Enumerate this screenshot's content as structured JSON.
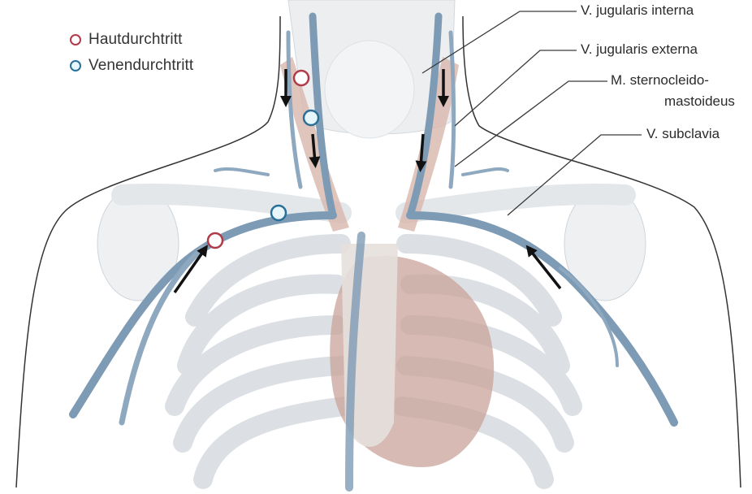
{
  "legend": {
    "skin": {
      "label": "Hautdurchtritt",
      "color": "#b03a48"
    },
    "vein": {
      "label": "Venendurchtritt",
      "color": "#2a6f98"
    }
  },
  "labels": {
    "jugularis_interna": "V. jugularis interna",
    "jugularis_externa": "V. jugularis externa",
    "sternocleido_1": "M. sternocleido-",
    "sternocleido_2": "mastoideus",
    "subclavia": "V. subclavia"
  },
  "colors": {
    "vein": "#7e9bb5",
    "vein_dark": "#5a7b96",
    "bone": "#eef0f2",
    "bone_edge": "#c9ced4",
    "muscle": "#d8b7ad",
    "heart": "#c9a39a",
    "outline": "#3a3a3a"
  }
}
